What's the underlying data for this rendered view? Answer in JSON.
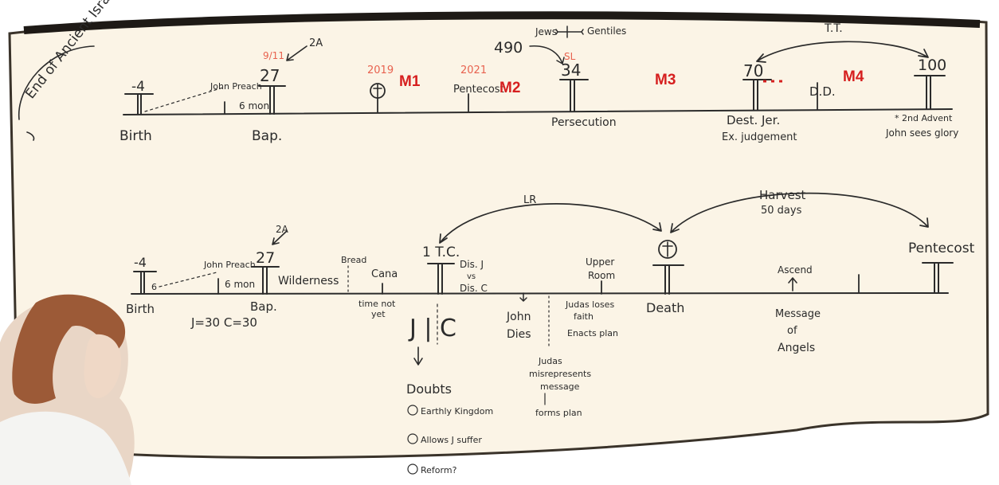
{
  "corner_title": "End of Ancient Israel",
  "timeline1": {
    "ticks": {
      "birth_year": "-4",
      "birth_label": "Birth",
      "john_preach": "John Preach",
      "six_mon": "6 mon",
      "bap_year": "27",
      "bap_label": "Bap.",
      "bap_red_note": "9/11",
      "two_a": "2A",
      "cross_red_year": "2019",
      "pentecost_red_year": "2021",
      "pentecost_label": "Pentecost",
      "sl_red": "SL",
      "year_34": "34",
      "persecution": "Persecution",
      "year_70": "70",
      "dest_jer": "Dest. Jer.",
      "ex_judgement": "Ex. judgement",
      "dd": "D.D.",
      "year_100": "100",
      "second_advent": "* 2nd Advent",
      "john_sees_glory": "John sees glory"
    },
    "top_note_490": "490",
    "top_note_jews": "Jews",
    "top_note_gentiles": "Gentiles",
    "tt": "T.T.",
    "markers": [
      "M1",
      "M2",
      "M3",
      "M4"
    ]
  },
  "timeline2": {
    "ticks": {
      "birth_year": "-4",
      "birth_label": "Birth",
      "six_left": "6",
      "john_preach": "John Preach",
      "six_mon": "6 mon",
      "bap_year": "27",
      "bap_label": "Bap.",
      "j_c_30": "J=30  C=30",
      "two_a": "2A",
      "wilderness": "Wilderness",
      "bread": "Bread",
      "cana": "Cana",
      "time_not_yet_1": "time not",
      "time_not_yet_2": "yet",
      "itc": "1 T.C.",
      "dis_j": "Dis. J",
      "vs": "vs",
      "dis_c": "Dis. C",
      "upper_room_1": "Upper",
      "upper_room_2": "Room",
      "death": "Death",
      "ascend": "Ascend",
      "pentecost": "Pentecost",
      "message_1": "Message",
      "message_2": "of",
      "message_3": "Angels"
    },
    "lr": "LR",
    "harvest": "Harvest",
    "fifty_days": "50 days",
    "jc_big": "J | C",
    "doubts": "Doubts",
    "doubt_items": [
      "Earthly Kingdom",
      "Allows J suffer",
      "Reform?"
    ],
    "john_dies_1": "John",
    "john_dies_2": "Dies",
    "judas_1": "Judas loses",
    "judas_2": "faith",
    "judas_3": "Enacts plan",
    "judas_m1": "Judas",
    "judas_m2": "misrepresents",
    "judas_m3": "message",
    "judas_m4": "forms plan"
  }
}
